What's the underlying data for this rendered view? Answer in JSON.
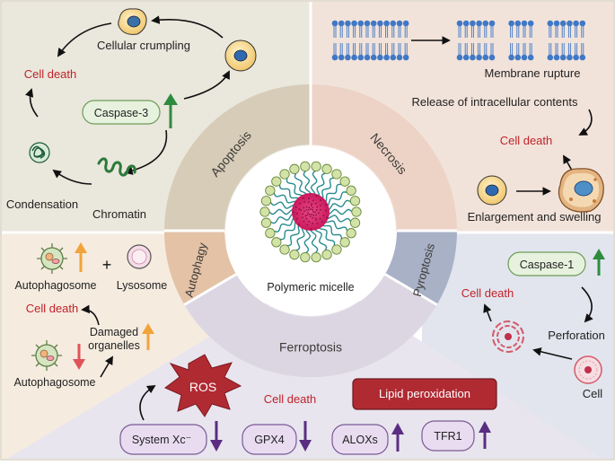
{
  "center": {
    "label": "Polymeric micelle"
  },
  "ring": {
    "apoptosis": "Apoptosis",
    "necrosis": "Necrosis",
    "autophagy": "Autophagy",
    "pyroptosis": "Pyroptosis",
    "ferroptosis": "Ferroptosis"
  },
  "apoptosis_panel": {
    "cellular_crumpling": "Cellular crumpling",
    "cell_death": "Cell death",
    "caspase": "Caspase-3",
    "condensation": "Condensation",
    "chromatin": "Chromatin"
  },
  "necrosis_panel": {
    "membrane_rupture": "Membrane rupture",
    "release": "Release of intracellular contents",
    "cell_death": "Cell death",
    "enlargement": "Enlargement and swelling"
  },
  "autophagy_panel": {
    "autophagosome_top": "Autophagosome",
    "plus": "+",
    "lysosome": "Lysosome",
    "cell_death": "Cell death",
    "damaged_line1": "Damaged",
    "damaged_line2": "organelles",
    "autophagosome_bottom": "Autophagosome"
  },
  "pyroptosis_panel": {
    "caspase": "Caspase-1",
    "cell_death": "Cell death",
    "perforation": "Perforation",
    "cell": "Cell"
  },
  "ferroptosis_panel": {
    "ros": "ROS",
    "cell_death": "Cell death",
    "lipid_peroxidation": "Lipid peroxidation",
    "system_xc": "System Xc⁻",
    "gpx4": "GPX4",
    "aloxs": "ALOXs",
    "tfr1": "TFR1"
  },
  "colors": {
    "apoptosis_bg": "#eae7dc",
    "necrosis_bg": "#f2e3da",
    "autophagy_bg": "#f5ebdf",
    "pyroptosis_bg": "#e2e5ee",
    "ferroptosis_bg": "#e8e5ee",
    "cell_death": "#c0222a",
    "up_green": "#2e8b3e",
    "up_orange": "#f2a33a",
    "down_red": "#e0535b",
    "purple": "#5a2d82",
    "ros": "#b02a32"
  }
}
